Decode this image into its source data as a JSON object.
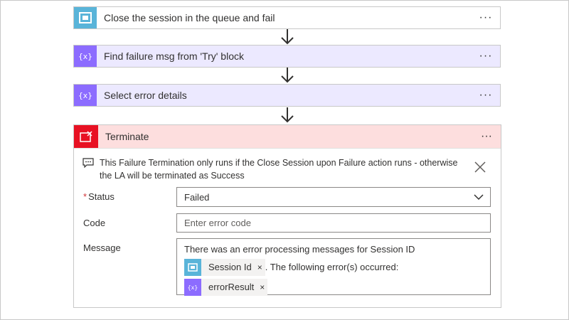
{
  "steps": [
    {
      "title": "Close the session in the queue and fail",
      "icon": "service-bus-icon"
    },
    {
      "title": "Find failure msg from 'Try' block",
      "icon": "variable-icon"
    },
    {
      "title": "Select error details",
      "icon": "variable-icon"
    }
  ],
  "more_label": "···",
  "terminate": {
    "title": "Terminate",
    "icon": "terminate-icon",
    "note": "This Failure Termination only runs if the Close Session upon Failure action runs - otherwise the LA will be terminated as Success",
    "status": {
      "label": "Status",
      "required_mark": "*",
      "value": "Failed"
    },
    "code": {
      "label": "Code",
      "placeholder": "Enter error code"
    },
    "message": {
      "label": "Message",
      "text_before": "There was an error processing messages for Session ID",
      "token1": "Session Id",
      "text_middle": ". The following error(s) occurred:",
      "token2": "errorResult",
      "remove_glyph": "×"
    }
  },
  "colors": {
    "service_bus": "#59b4d9",
    "variable": "#8c6cff",
    "variable_bg": "#ece9ff",
    "terminate": "#e81123",
    "terminate_bg": "#fddede"
  }
}
